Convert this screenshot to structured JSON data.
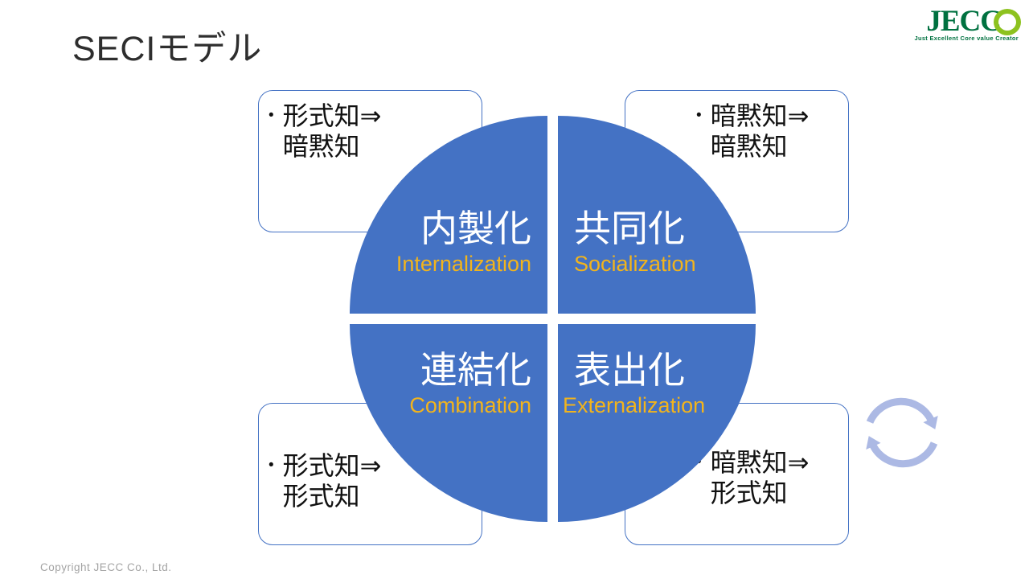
{
  "slide": {
    "title": "SECIモデル",
    "footer": "Copyright JECC Co., Ltd.",
    "background": "#FFFFFF"
  },
  "logo": {
    "text": "JECC",
    "tagline": "Just Excellent Core value Creator"
  },
  "colors": {
    "quadrant_blue": "#4472C4",
    "accent_gold": "#F2B41C",
    "arrow": "#ACB9E4",
    "box_border": "#4472C4",
    "title_text": "#2E2E2E",
    "footer_text": "#A3A3A3",
    "logo_dark_green": "#007140",
    "logo_light_green": "#8DC21F"
  },
  "center_icon": "cycle-arrows",
  "quadrants": [
    {
      "position": "top-left",
      "jp": "内製化",
      "en": "Internalization"
    },
    {
      "position": "top-right",
      "jp": "共同化",
      "en": "Socialization"
    },
    {
      "position": "bottom-left",
      "jp": "連結化",
      "en": "Combination"
    },
    {
      "position": "bottom-right",
      "jp": "表出化",
      "en": "Externalization"
    }
  ],
  "callouts": [
    {
      "position": "top-left",
      "bullet": "•",
      "lines": [
        "形式知⇒",
        "暗黙知"
      ]
    },
    {
      "position": "top-right",
      "bullet": "•",
      "lines": [
        "暗黙知⇒",
        "暗黙知"
      ]
    },
    {
      "position": "bottom-left",
      "bullet": "•",
      "lines": [
        "形式知⇒",
        "形式知"
      ]
    },
    {
      "position": "bottom-right",
      "bullet": "•",
      "lines": [
        "暗黙知⇒",
        "形式知"
      ]
    }
  ]
}
